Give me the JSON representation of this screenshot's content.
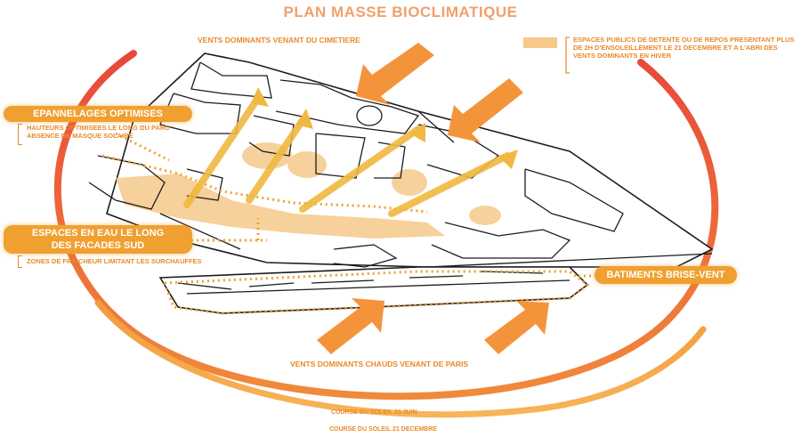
{
  "title": "PLAN MASSE BIOCLIMATIQUE",
  "labels": {
    "wind_cemetery": "VENTS DOMINANTS VENANT DU CIMETIERE",
    "wind_paris": "VENTS DOMINANTS CHAUDS VENANT DE PARIS",
    "sun_june": "COURSE DU SOLEIL 21 JUIN",
    "sun_december": "COURSE DU SOLEIL 21 DECEMBRE"
  },
  "legend": {
    "text": "ESPACES PUBLICS DE DETENTE OU DE REPOS PRESENTANT PLUS DE 2H D'ENSOLEILLEMENT LE 21 DECEMBRE ET A L'ABRI DES VENTS DOMINANTS EN HIVER",
    "swatch_color": "#f6c98a"
  },
  "callouts": {
    "epannelages": {
      "title": "EPANNELAGES OPTIMISES",
      "note_line1": "HAUTEURS OPTIMISEES LE LONG DU PARC",
      "note_line2": "ABSENCE DE MASQUE SOLAIRE"
    },
    "espaces_eau": {
      "title_line1": "ESPACES EN EAU LE LONG",
      "title_line2": "DES FACADES SUD",
      "note": "ZONES DE FRAICHEUR LIMITANT LES SURCHAUFFES"
    },
    "batiments": {
      "title": "BATIMENTS BRISE-VENT"
    }
  },
  "colors": {
    "accent": "#f0a030",
    "arrow": "#f4943a",
    "ring_red": "#e8483a",
    "text_orange": "#e88a2a",
    "public_space": "#f6c98a"
  }
}
